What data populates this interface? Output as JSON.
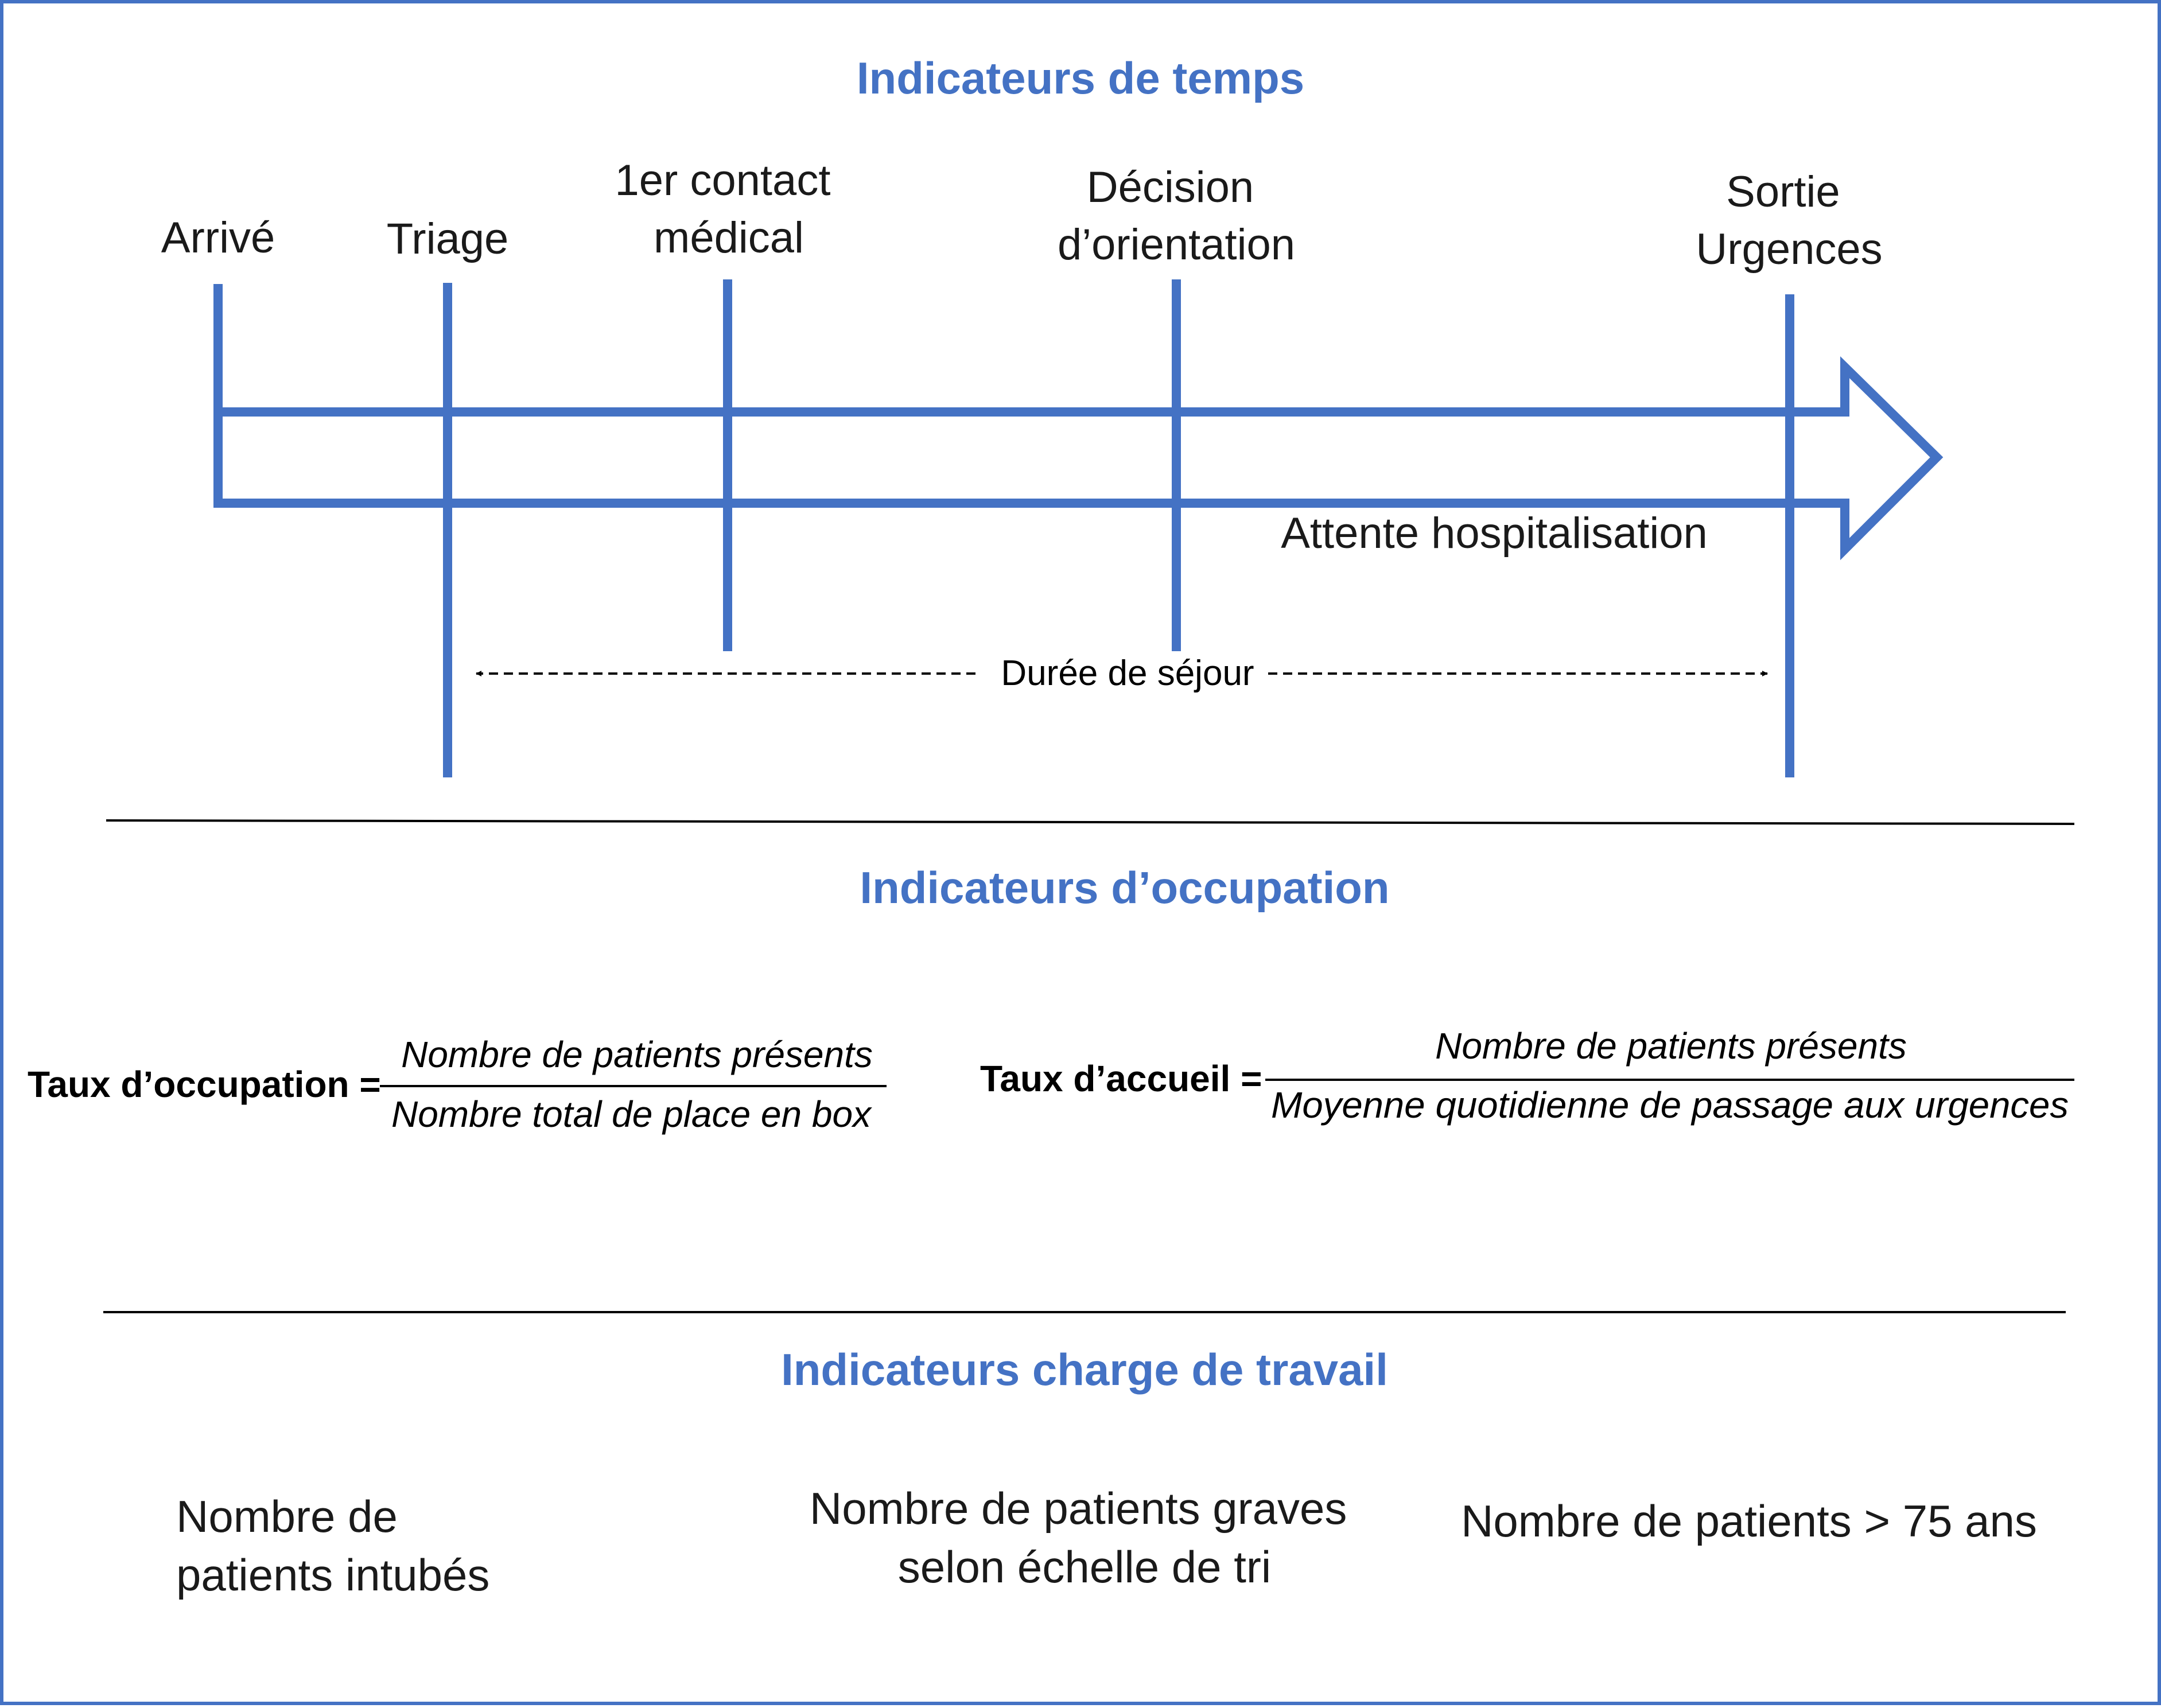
{
  "colors": {
    "accent": "#4472C4",
    "text": "#1a1a1a",
    "rule": "#000000"
  },
  "sections": {
    "time": {
      "title": "Indicateurs de temps",
      "milestones": {
        "arrive": "Arrivé",
        "triage": "Triage",
        "contact": [
          "1er contact",
          "médical"
        ],
        "decision": [
          "Décision",
          "d’orientation"
        ],
        "sortie": [
          "Sortie",
          "Urgences"
        ]
      },
      "attente_label": "Attente hospitalisation",
      "duree_label": "Durée de séjour"
    },
    "occupation": {
      "title": "Indicateurs d’occupation",
      "formula1": {
        "label": "Taux d’occupation =",
        "numerator": "Nombre de patients présents",
        "denominator": "Nombre total de place en box"
      },
      "formula2": {
        "label": "Taux d’accueil =",
        "numerator": "Nombre de patients présents",
        "denominator": "Moyenne quotidienne de passage aux urgences"
      }
    },
    "workload": {
      "title": "Indicateurs charge de travail",
      "item1": [
        "Nombre de",
        "patients intubés"
      ],
      "item2": [
        "Nombre de patients graves",
        "selon échelle de tri"
      ],
      "item3": "Nombre de patients > 75 ans"
    }
  }
}
